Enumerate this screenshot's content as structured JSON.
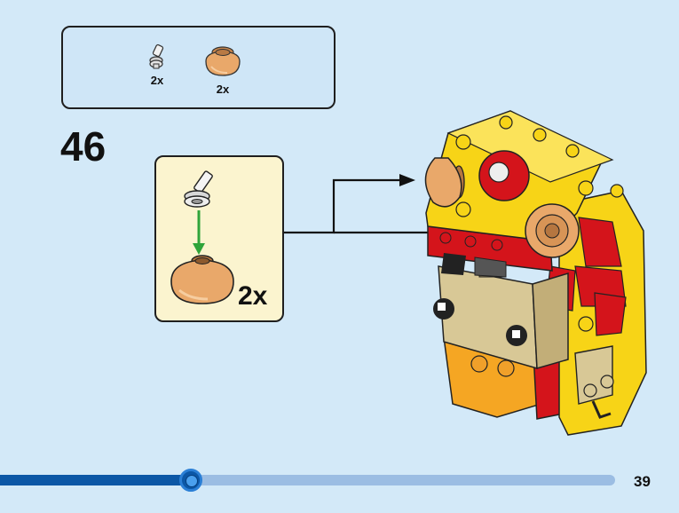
{
  "step": {
    "number": "46"
  },
  "parts_list": {
    "items": [
      {
        "name": "clip-piece",
        "quantity": "2x"
      },
      {
        "name": "round-dome-piece",
        "quantity": "2x"
      }
    ]
  },
  "callout": {
    "quantity": "2x"
  },
  "page": {
    "number": "39",
    "progress": 0.31
  },
  "colors": {
    "background": "#d3e9f8",
    "progress_fill": "#0b57a6",
    "progress_track": "#9bbde3",
    "callout_bg": "#fbf4cf",
    "brick_yellow": "#f7d417",
    "brick_red": "#d4141b",
    "brick_tan": "#d8c896",
    "brick_orange": "#f5a623",
    "dome_nougat": "#e9a86a"
  }
}
